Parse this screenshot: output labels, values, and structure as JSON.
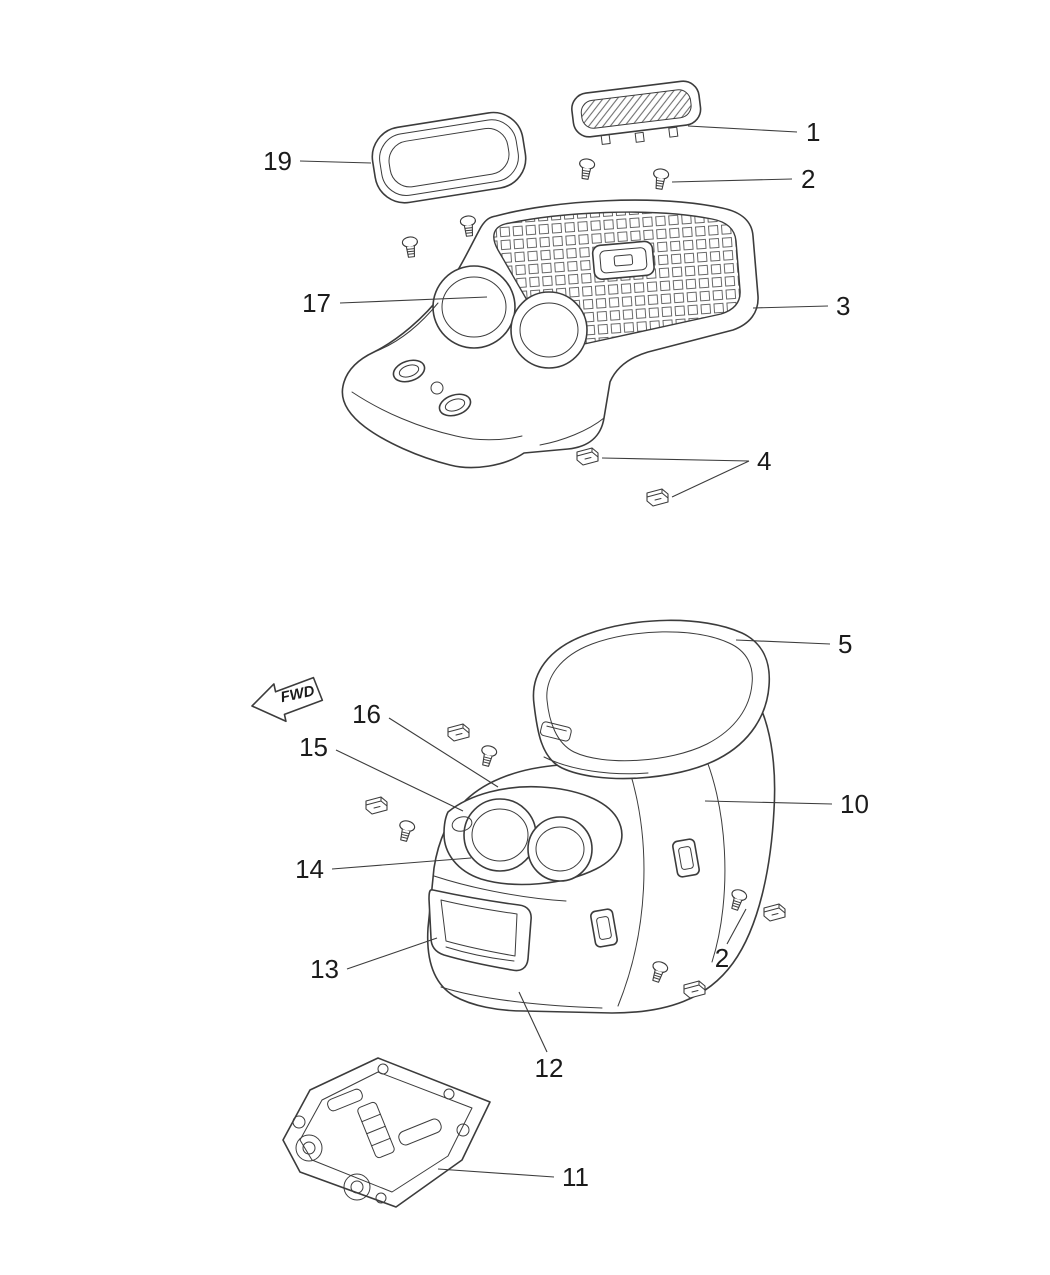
{
  "diagram": {
    "fwd_label": "FWD",
    "callouts": {
      "c1": "1",
      "c2_top": "2",
      "c19": "19",
      "c17": "17",
      "c3": "3",
      "c4": "4",
      "c5": "5",
      "c16": "16",
      "c15": "15",
      "c10": "10",
      "c14": "14",
      "c2_side": "2",
      "c13": "13",
      "c12": "12",
      "c11": "11"
    },
    "colors": {
      "line": "#3c3c3c",
      "label": "#1b1b1b",
      "background": "#ffffff"
    }
  }
}
